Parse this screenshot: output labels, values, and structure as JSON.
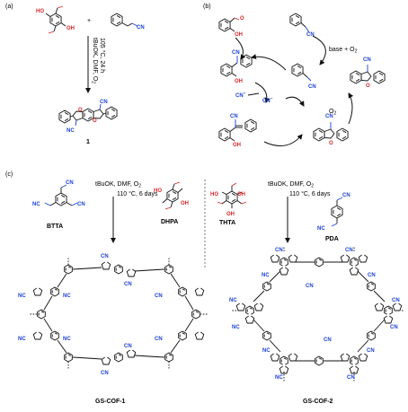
{
  "panels": {
    "a": "(a)",
    "b": "(b)",
    "c": "(c)"
  },
  "panel_a": {
    "plus": "+",
    "cond_1": "tBuOK, DMF, O",
    "cond_1_sub": "2",
    "cond_2": "105 °C, 24 h",
    "product": "1"
  },
  "panel_b": {
    "base_label": "base + O",
    "base_sub": "2",
    "cn_anion_1": "CN",
    "cn_anion_1_sup": "−",
    "cn_anion_2": "CN",
    "cn_anion_2_sup": "−",
    "o2": "O",
    "o2_sub": "2"
  },
  "panel_c": {
    "left_cond_1": "tBuOK, DMF, O",
    "left_cond_1_sub": "2",
    "left_cond_2": "110 °C, 6 days",
    "left_monomer_a": "BTTA",
    "left_monomer_b": "DHPA",
    "right_cond_1": "tBuOK, DMF, O",
    "right_cond_1_sub": "2",
    "right_cond_2": "110 °C, 6 days",
    "right_monomer_a": "THTA",
    "right_monomer_b": "PDA",
    "product_left": "GS-COF-1",
    "product_right": "GS-COF-2"
  },
  "atoms": {
    "cn": "CN",
    "nc": "NC",
    "oh": "OH",
    "ho": "HO",
    "o": "O",
    "cn_minus": "CN"
  }
}
